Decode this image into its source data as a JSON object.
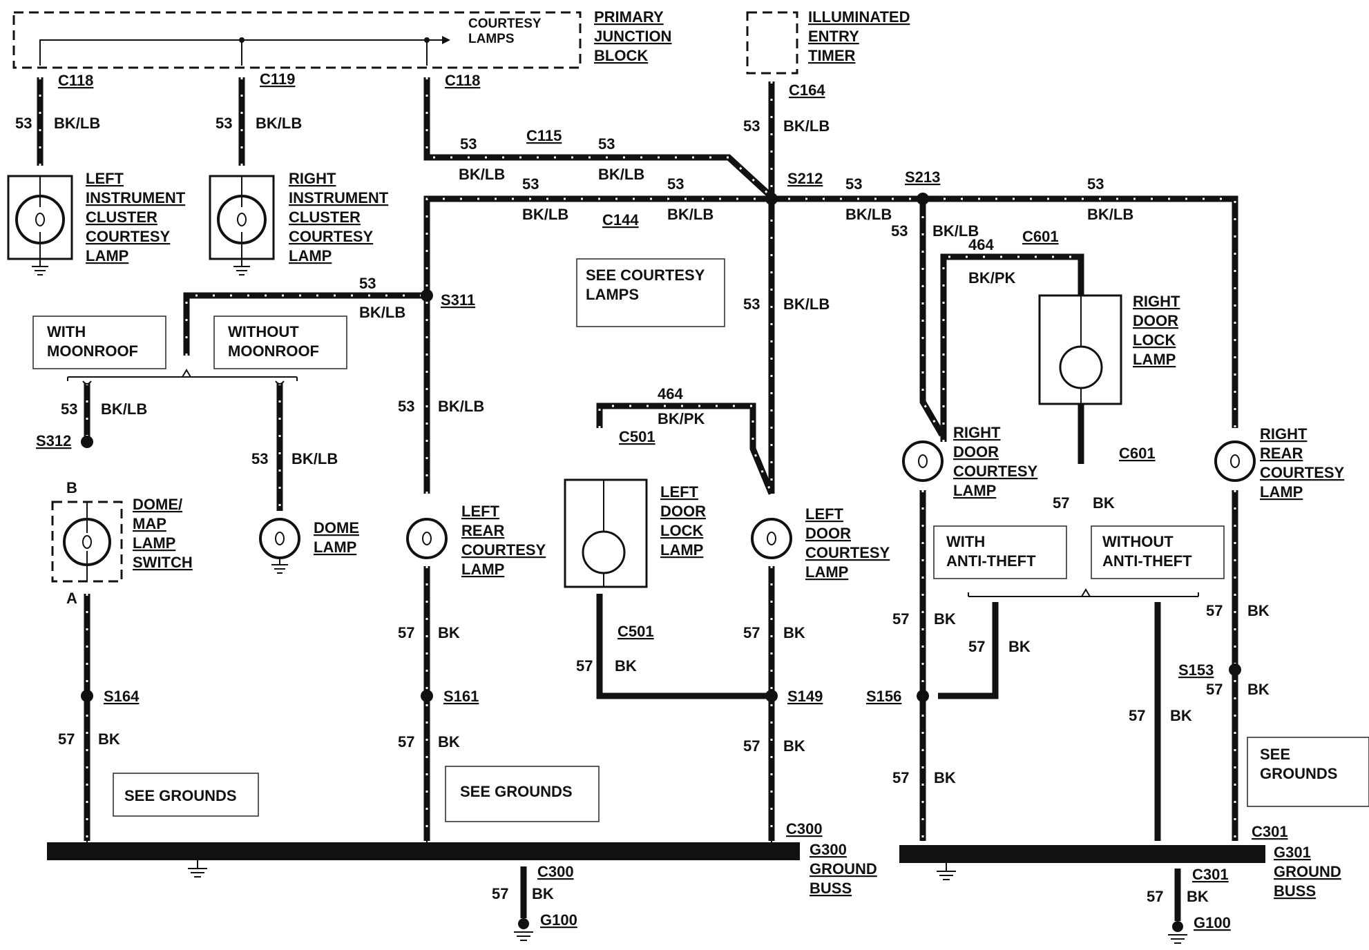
{
  "colors": {
    "ink": "#111111",
    "paper": "#ffffff"
  },
  "modules": {
    "pjb_title": [
      "PRIMARY",
      "JUNCTION",
      "BLOCK"
    ],
    "pjb_inner": [
      "COURTESY",
      "LAMPS"
    ],
    "iet_title": [
      "ILLUMINATED",
      "ENTRY",
      "TIMER"
    ]
  },
  "connectors": {
    "c118_left": "C118",
    "c119": "C119",
    "c118_right": "C118",
    "c164": "C164",
    "c115": "C115",
    "c144": "C144",
    "c501_top": "C501",
    "c501_bottom": "C501",
    "c601_top": "C601",
    "c601_mid": "C601",
    "c300_bus": "C300",
    "c300_bottom": "C300",
    "c301_bus": "C301",
    "c301_bottom": "C301"
  },
  "splices": {
    "s212": "S212",
    "s213": "S213",
    "s311": "S311",
    "s312": "S312",
    "s164": "S164",
    "s161": "S161",
    "s149": "S149",
    "s156": "S156",
    "s153": "S153"
  },
  "wire_labels": {
    "n53": "53",
    "n57": "57",
    "n464": "464",
    "bklb": "BK/LB",
    "bk": "BK",
    "bkpk": "BK/PK"
  },
  "components": {
    "left_ic_lamp": [
      "LEFT",
      "INSTRUMENT",
      "CLUSTER",
      "COURTESY",
      "LAMP"
    ],
    "right_ic_lamp": [
      "RIGHT",
      "INSTRUMENT",
      "CLUSTER",
      "COURTESY",
      "LAMP"
    ],
    "dome_switch": [
      "DOME/",
      "MAP",
      "LAMP",
      "SWITCH"
    ],
    "dome_lamp": [
      "DOME",
      "LAMP"
    ],
    "left_rear": [
      "LEFT",
      "REAR",
      "COURTESY",
      "LAMP"
    ],
    "left_door_lock": [
      "LEFT",
      "DOOR",
      "LOCK",
      "LAMP"
    ],
    "left_door_courtesy": [
      "LEFT",
      "DOOR",
      "COURTESY",
      "LAMP"
    ],
    "right_door_lock": [
      "RIGHT",
      "DOOR",
      "LOCK",
      "LAMP"
    ],
    "right_door_courtesy": [
      "RIGHT",
      "DOOR",
      "COURTESY",
      "LAMP"
    ],
    "right_rear": [
      "RIGHT",
      "REAR",
      "COURTESY",
      "LAMP"
    ],
    "switch_pin_b": "B",
    "switch_pin_a": "A"
  },
  "notes": {
    "with_moonroof": [
      "WITH",
      "MOONROOF"
    ],
    "without_moonroof": [
      "WITHOUT",
      "MOONROOF"
    ],
    "see_courtesy": [
      "SEE COURTESY",
      "LAMPS"
    ],
    "see_grounds_1": "SEE GROUNDS",
    "see_grounds_2": "SEE GROUNDS",
    "see_grounds_3": [
      "SEE",
      "GROUNDS"
    ],
    "with_anti_theft": [
      "WITH",
      "ANTI-THEFT"
    ],
    "without_anti_theft": [
      "WITHOUT",
      "ANTI-THEFT"
    ]
  },
  "grounds": {
    "g300": [
      "G300",
      "GROUND",
      "BUSS"
    ],
    "g301": [
      "G301",
      "GROUND",
      "BUSS"
    ],
    "g100_left": "G100",
    "g100_right": "G100"
  }
}
